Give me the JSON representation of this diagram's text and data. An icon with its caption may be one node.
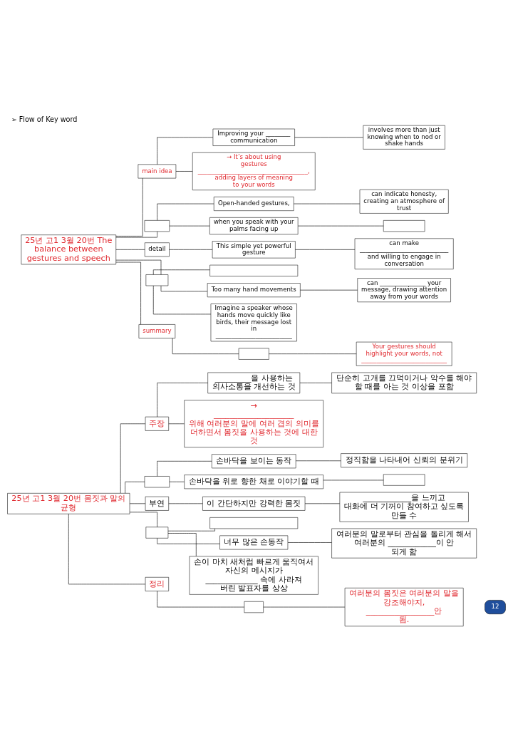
{
  "diagram": {
    "title": "➢ Flow of Key word",
    "nodes": [
      {
        "text": [
          "25년 고1 3월 20번 몸짓과 말의 균형"
        ]
      },
      {
        "text": [
          "주장"
        ]
      },
      {
        "text": [
          "_________을 사용하는 의사소통을 개선하는 것"
        ]
      },
      {
        "text": [
          "단순히 고개를 끄덕이거나 악수를 해야 할 때를 아는 것 이상을 포함"
        ]
      },
      {
        "text": [
          "→ ____________________ 위해 여러분의 말에 여러 겹의 의미를 더하면서 몸짓을 사용하는 것에 대한 것"
        ]
      },
      {
        "text": [],
        "shape": "box"
      },
      {
        "text": [
          "손바닥을 보이는 동작"
        ]
      },
      {
        "text": [
          "정직함을 나타내어 신뢰의 분위기"
        ]
      },
      {
        "text": [
          "손바닥을 위로 향한 채로 이야기할 때"
        ]
      },
      {
        "text": [],
        "shape": "box"
      },
      {
        "text": [
          "부연"
        ]
      },
      {
        "text": [
          "이 간단하지만 강력한 몸짓"
        ]
      },
      {
        "text": [
          "____________을 느끼고 대화에 더 기꺼이 참여하고 싶도록 만들 수"
        ]
      },
      {
        "text": [],
        "shape": "box"
      },
      {
        "text": [],
        "shape": "box"
      },
      {
        "text": [
          "너무 많은 손동작"
        ]
      },
      {
        "text": [
          "여러분의 말로부터 관심을 돌리게 해서 여러분의 ____________이 안 되게 함"
        ]
      },
      {
        "text": [
          "손이 마치 새처럼 빠르게 움직여서 자신의 메시지가 _____________ 속에 사라져 버린 발표자를 상상"
        ]
      },
      {
        "text": [
          "정리"
        ]
      },
      {
        "text": [],
        "shape": "box"
      },
      {
        "text": [
          "여러분의 몸짓은 여러분의 말을 강조해야지, _________________안 됨."
        ]
      },
      {
        "text": [
          "25년 고1 3월 20번 The balance between gestures and speech"
        ]
      },
      {
        "text": [
          "main idea"
        ]
      },
      {
        "text": [
          "Improving your ________ communication"
        ]
      },
      {
        "text": [
          "involves more than just knowing when to nod or shake hands"
        ]
      },
      {
        "text": [
          "→ It’s about using gestures ____________________________________, adding layers of meaning to your words"
        ]
      },
      {
        "text": [],
        "shape": "box"
      },
      {
        "text": [
          "Open-handed gestures,"
        ]
      },
      {
        "text": [
          "can indicate honesty, creating an atmosphere of trust"
        ]
      },
      {
        "text": [
          "when you speak with your palms facing up"
        ]
      },
      {
        "text": [],
        "shape": "box"
      },
      {
        "text": [
          "detail"
        ]
      },
      {
        "text": [
          "This simple yet powerful gesture"
        ]
      },
      {
        "text": [
          "can make _____________________________ and willing to engage in conversation"
        ]
      },
      {
        "text": [],
        "shape": "box"
      },
      {
        "text": [],
        "shape": "box"
      },
      {
        "text": [
          "Too many hand movements"
        ]
      },
      {
        "text": [
          "can _______________ your message, drawing attention away from your words"
        ]
      },
      {
        "text": [
          "Imagine a speaker whose hands move quickly like birds, their message lost in _________________________"
        ]
      },
      {
        "text": [
          "summary"
        ]
      },
      {
        "text": [],
        "shape": "box"
      },
      {
        "text": [
          "Your gestures should highlight your words, not ____________________________"
        ]
      }
    ],
    "edges": [
      {
        "from": 0,
        "to": 1,
        "arrow": "none"
      },
      {
        "from": 1,
        "to": 2,
        "arrow": "none"
      },
      {
        "from": 2,
        "to": 3,
        "arrow": "none"
      },
      {
        "from": 1,
        "to": 4,
        "arrow": "none"
      },
      {
        "from": 0,
        "to": 5,
        "arrow": "none"
      },
      {
        "from": 5,
        "to": 6,
        "arrow": "none"
      },
      {
        "from": 6,
        "to": 7,
        "arrow": "none"
      },
      {
        "from": 5,
        "to": 8,
        "arrow": "none"
      },
      {
        "from": 8,
        "to": 9,
        "arrow": "none"
      },
      {
        "from": 0,
        "to": 10,
        "arrow": "none"
      },
      {
        "from": 10,
        "to": 11,
        "arrow": "none"
      },
      {
        "from": 11,
        "to": 12,
        "arrow": "none"
      },
      {
        "from": 0,
        "to": 13,
        "arrow": "none"
      },
      {
        "from": 13,
        "to": 14,
        "arrow": "none"
      },
      {
        "from": 13,
        "to": 15,
        "arrow": "none"
      },
      {
        "from": 15,
        "to": 16,
        "arrow": "none"
      },
      {
        "from": 13,
        "to": 17,
        "arrow": "none"
      },
      {
        "from": 0,
        "to": 18,
        "arrow": "none"
      },
      {
        "from": 18,
        "to": 19,
        "arrow": "none"
      },
      {
        "from": 19,
        "to": 20,
        "arrow": "none"
      },
      {
        "from": 21,
        "to": 22,
        "arrow": "none"
      },
      {
        "from": 22,
        "to": 23,
        "arrow": "none"
      },
      {
        "from": 23,
        "to": 24,
        "arrow": "none"
      },
      {
        "from": 22,
        "to": 25,
        "arrow": "none"
      },
      {
        "from": 21,
        "to": 26,
        "arrow": "none"
      },
      {
        "from": 26,
        "to": 27,
        "arrow": "none"
      },
      {
        "from": 27,
        "to": 28,
        "arrow": "none"
      },
      {
        "from": 26,
        "to": 29,
        "arrow": "none"
      },
      {
        "from": 29,
        "to": 30,
        "arrow": "none"
      },
      {
        "from": 21,
        "to": 31,
        "arrow": "none"
      },
      {
        "from": 31,
        "to": 32,
        "arrow": "none"
      },
      {
        "from": 32,
        "to": 33,
        "arrow": "none"
      },
      {
        "from": 21,
        "to": 34,
        "arrow": "none"
      },
      {
        "from": 34,
        "to": 35,
        "arrow": "none"
      },
      {
        "from": 34,
        "to": 36,
        "arrow": "none"
      },
      {
        "from": 36,
        "to": 37,
        "arrow": "none"
      },
      {
        "from": 34,
        "to": 38,
        "arrow": "none"
      },
      {
        "from": 21,
        "to": 39,
        "arrow": "none"
      },
      {
        "from": 39,
        "to": 40,
        "arrow": "none"
      },
      {
        "from": 40,
        "to": 41,
        "arrow": "none"
      }
    ],
    "labels": [
      "12"
    ]
  }
}
